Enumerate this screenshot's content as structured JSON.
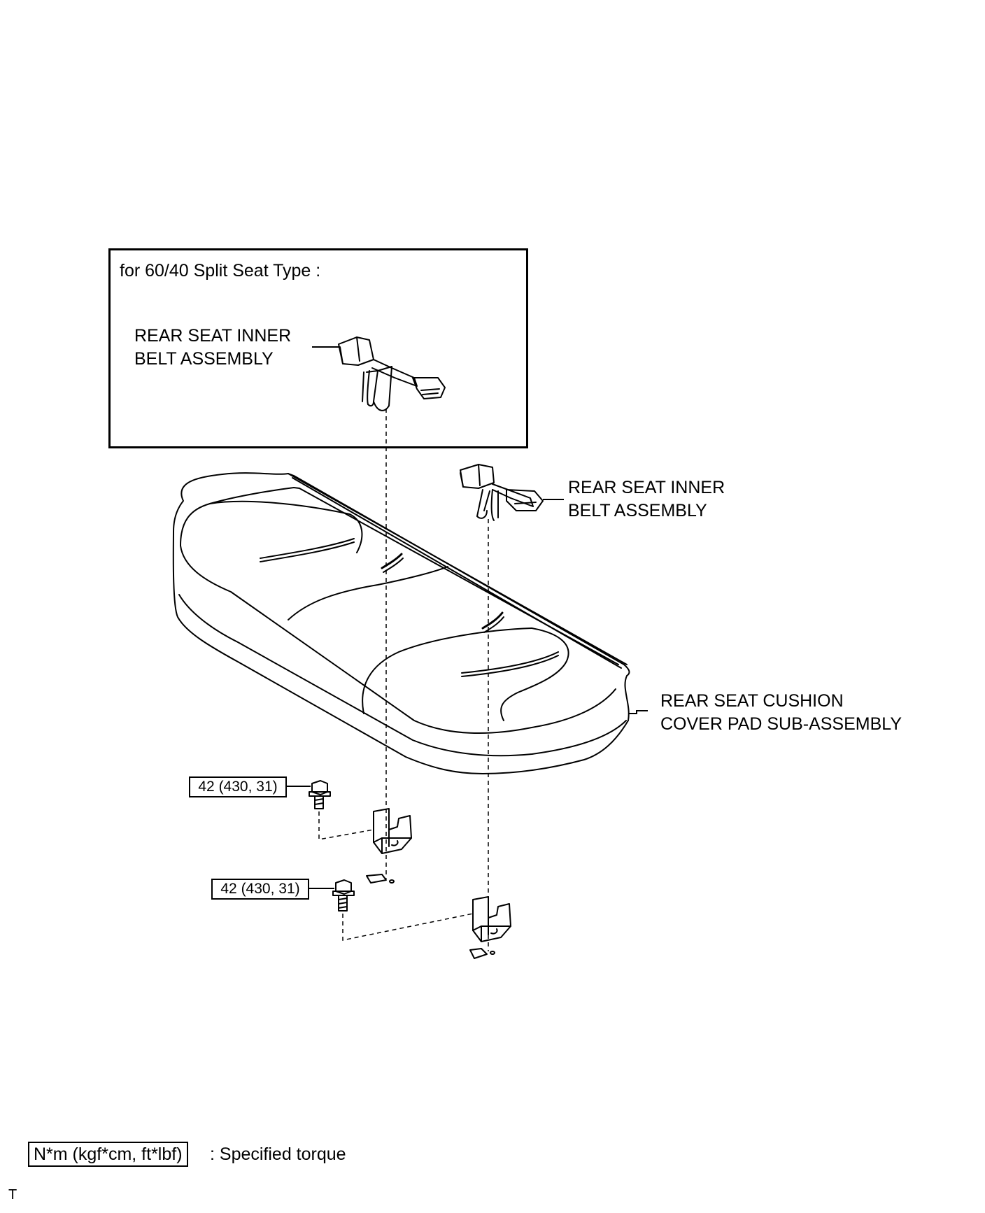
{
  "inset": {
    "title": "for 60/40 Split Seat   Type :",
    "label_line1": "REAR SEAT INNER",
    "label_line2": "BELT ASSEMBLY"
  },
  "belt_label": {
    "line1": "REAR SEAT INNER",
    "line2": "BELT ASSEMBLY"
  },
  "cushion_label": {
    "line1": "REAR SEAT CUSHION",
    "line2": "COVER PAD SUB-ASSEMBLY"
  },
  "torque_upper": "42 (430, 31)",
  "torque_lower": "42 (430, 31)",
  "legend": {
    "box": "N*m (kgf*cm, ft*lbf)",
    "text": ": Specified torque"
  },
  "corner_mark": "T",
  "colors": {
    "line": "#000000",
    "background": "#ffffff"
  }
}
